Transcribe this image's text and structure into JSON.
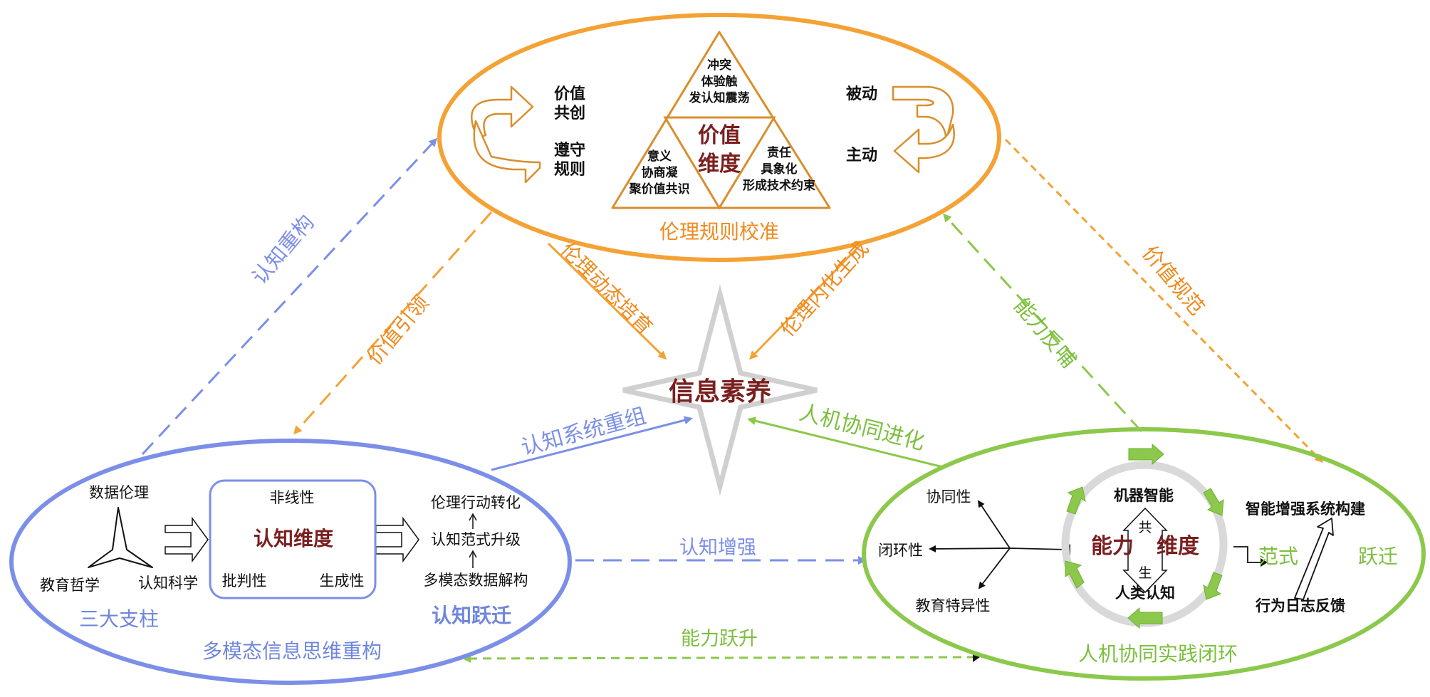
{
  "colors": {
    "orange": "#F4A235",
    "orange_text": "#EE8A1E",
    "blue": "#7B8FE8",
    "blue_text": "#6F86DD",
    "green": "#8CC84B",
    "green_text": "#7CBF3E",
    "dark_red": "#7A1F1F",
    "gray_star": "#D0D0D0",
    "black": "#111111"
  },
  "center": {
    "label": "信息素养"
  },
  "ethics_module": {
    "title": "伦理规则校准",
    "dimension": [
      "价值",
      "维度"
    ],
    "triangle_top": [
      "冲突",
      "体验触",
      "发认知震荡"
    ],
    "triangle_left": [
      "意义",
      "协商凝",
      "聚价值共识"
    ],
    "triangle_right": [
      "责任",
      "具象化",
      "形成技术约束"
    ],
    "left_cycle": [
      "价值",
      "共创",
      "遵守",
      "规则"
    ],
    "right_cycle": [
      "被动",
      "主动"
    ]
  },
  "cognition_module": {
    "title": "多模态信息思维重构",
    "pillars_title": "三大支柱",
    "pillars": [
      "数据伦理",
      "教育哲学",
      "认知科学"
    ],
    "box_title": "认知维度",
    "box_traits": [
      "非线性",
      "批判性",
      "生成性"
    ],
    "leap_title": "认知跃迁",
    "leap_steps": [
      "伦理行动转化",
      "认知范式升级",
      "多模态数据解构"
    ]
  },
  "practice_module": {
    "title": "人机协同实践闭环",
    "traits": [
      "协同性",
      "闭环性",
      "教育特异性"
    ],
    "ring_top": "机器智能",
    "ring_bottom": "人类认知",
    "ring_inner_top": "共",
    "ring_inner_bottom": "生",
    "dimension_left": "能力",
    "dimension_right": "维度",
    "paradigm": [
      "范式",
      "跃迁"
    ],
    "system_build": "智能增强系统构建",
    "log_feedback": "行为日志反馈"
  },
  "arrows": {
    "cognitive_reconstruction": "认知重构",
    "value_guidance": "价值引领",
    "ethics_cultivation": "伦理动态培育",
    "ethics_internalization": "伦理内化生成",
    "ability_feedback": "能力反哺",
    "value_norm": "价值规范",
    "cognitive_reorganization": "认知系统重组",
    "human_machine_evolution": "人机协同进化",
    "cognitive_enhancement": "认知增强",
    "ability_leap": "能力跃升"
  }
}
